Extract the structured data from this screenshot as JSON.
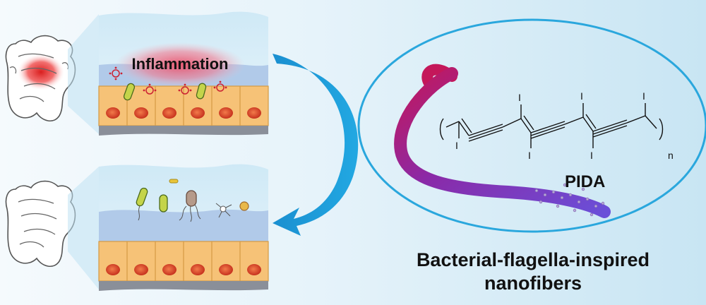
{
  "labels": {
    "inflammation": "Inflammation",
    "polymer_name": "PIDA",
    "repeat_unit": "n",
    "iodine": "I"
  },
  "caption": {
    "line1": "Bacterial-flagella-inspired",
    "line2": "nanofibers"
  },
  "colors": {
    "background_left": "#f3f9fd",
    "background_right": "#c9e6f4",
    "arrow": "#1a9ad6",
    "ellipse_outline": "#2aa7dd",
    "tissue_cell": "#f6c277",
    "nucleus": "#d9442a",
    "mucus": "#a9c3e6",
    "inflammation_glow": "#e8506a"
  }
}
